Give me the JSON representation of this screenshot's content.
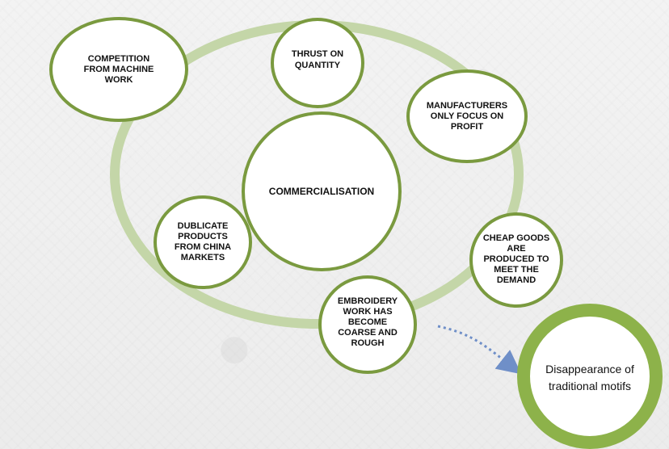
{
  "colors": {
    "ring": "#c4d6a8",
    "node_border": "#7a9a3f",
    "node_fill": "#ffffff",
    "result_ring": "#8db24a",
    "arrow": "#6f8fc8"
  },
  "diagram": {
    "center": {
      "label": "COMMERCIALISATION"
    },
    "nodes": [
      {
        "key": "competition",
        "lines": [
          "COMPETITION",
          "FROM MACHINE",
          "WORK"
        ]
      },
      {
        "key": "thrust",
        "lines": [
          "THRUST ON",
          "QUANTITY"
        ]
      },
      {
        "key": "manufacturers",
        "lines": [
          "MANUFACTURERS",
          "ONLY FOCUS ON",
          "PROFIT"
        ]
      },
      {
        "key": "cheap",
        "lines": [
          "CHEAP GOODS",
          "ARE",
          "PRODUCED TO",
          "MEET THE",
          "DEMAND"
        ]
      },
      {
        "key": "embroidery",
        "lines": [
          "EMBROIDERY",
          "WORK HAS",
          "BECOME",
          "COARSE AND",
          "ROUGH"
        ]
      },
      {
        "key": "dublicate",
        "lines": [
          "DUBLICATE",
          "PRODUCTS",
          "FROM CHINA",
          "MARKETS"
        ]
      }
    ],
    "result": {
      "lines": [
        "Disappearance of",
        "traditional motifs"
      ]
    }
  }
}
